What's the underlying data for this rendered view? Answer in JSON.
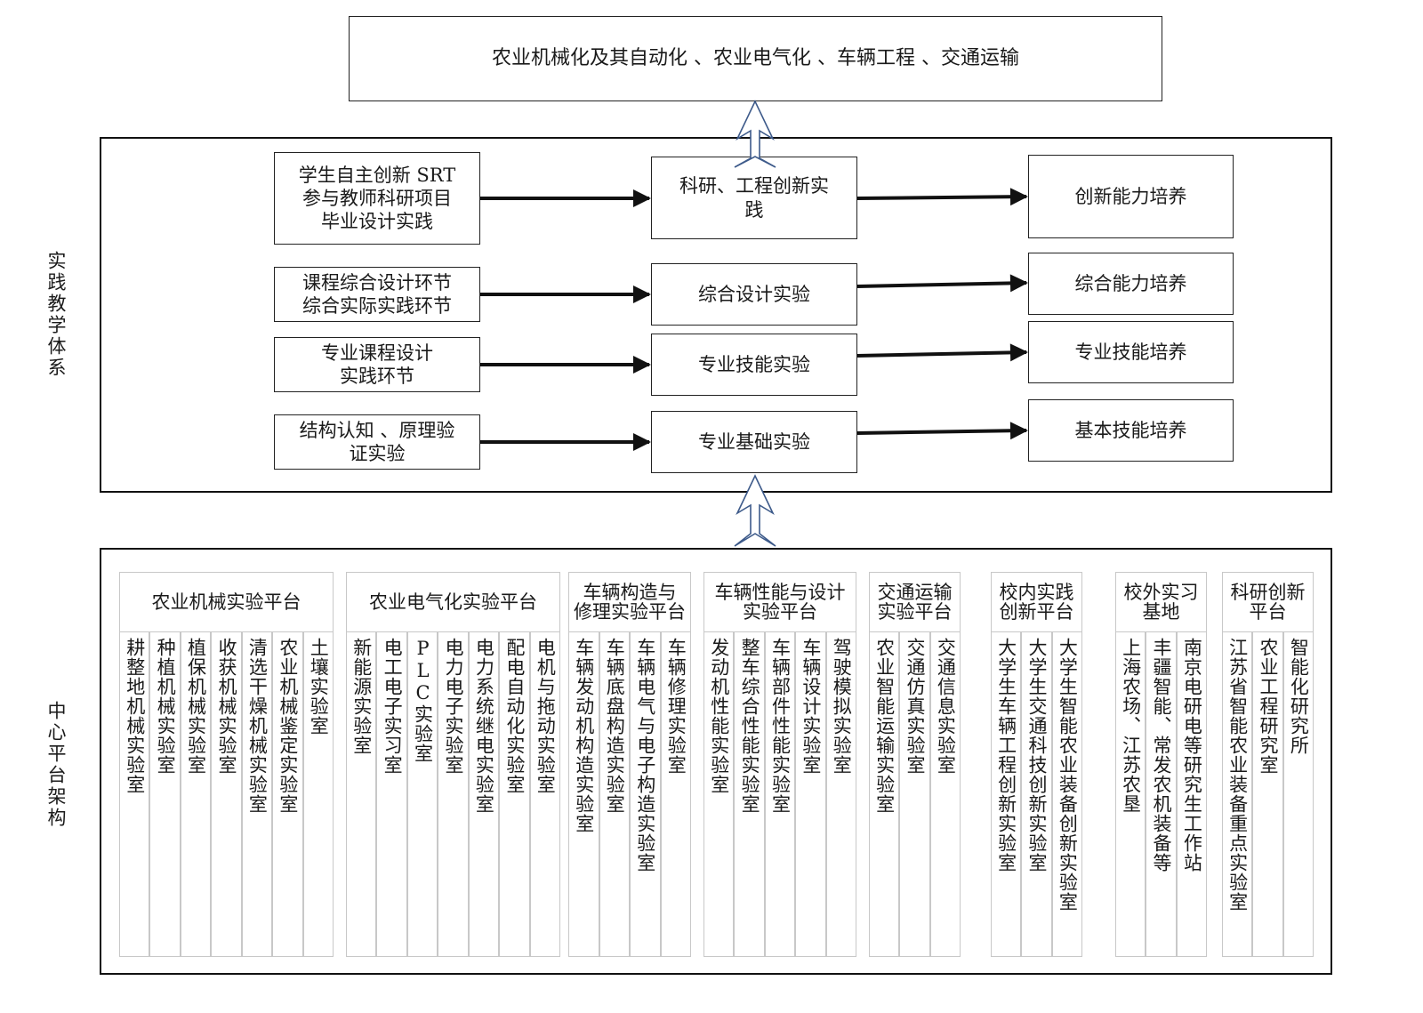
{
  "top_box": "农业机械化及其自动化 、农业电气化 、车辆工程 、交通运输",
  "practice": {
    "side_label": "实践教学体系",
    "rows": [
      {
        "source": "学生自主创新 SRT\n参与教师科研项目\n毕业设计实践",
        "experiment": "科研、工程创新实\n践",
        "ability": "创新能力培养"
      },
      {
        "source": "课程综合设计环节\n综合实际实践环节",
        "experiment": "综合设计实验",
        "ability": "综合能力培养"
      },
      {
        "source": "专业课程设计\n实践环节",
        "experiment": "专业技能实验",
        "ability": "专业技能培养"
      },
      {
        "source": "结构认知 、原理验\n证实验",
        "experiment": "专业基础实验",
        "ability": "基本技能培养"
      }
    ]
  },
  "platforms": {
    "side_label": "中心平台架构",
    "groups": [
      {
        "title": "农业机械实验平台",
        "labs": [
          "耕整地机械实验室",
          "种植机械实验室",
          "植保机械实验室",
          "收获机械实验室",
          "清选干燥机械实验室",
          "农业机械鉴定实验室",
          "土壤实验室"
        ]
      },
      {
        "title": "农业电气化实验平台",
        "labs": [
          "新能源实验室",
          "电工电子实习室",
          "PLC实验室",
          "电力电子实验室",
          "电力系统继电实验室",
          "配电自动化实验室",
          "电机与拖动实验室"
        ]
      },
      {
        "title": "车辆构造与\n修理实验平台",
        "labs": [
          "车辆发动机构造实验室",
          "车辆底盘构造实验室",
          "车辆电气与电子构造实验室",
          "车辆修理实验室"
        ]
      },
      {
        "title": "车辆性能与设计\n实验平台",
        "labs": [
          "发动机性能实验室",
          "整车综合性能实验室",
          "车辆部件性能实验室",
          "车辆设计实验室",
          "驾驶模拟实验室"
        ]
      },
      {
        "title": "交通运输\n实验平台",
        "labs": [
          "农业智能运输实验室",
          "交通仿真实验室",
          "交通信息实验室"
        ]
      },
      {
        "title": "校内实践\n创新平台",
        "labs": [
          "大学生车辆工程创新实验室",
          "大学生交通科技创新实验室",
          "大学生智能农业装备创新实验室"
        ]
      },
      {
        "title": "校外实习\n基地",
        "labs": [
          "上海农场、江苏农垦",
          "丰疆智能、常发农机装备等",
          "南京电研电等研究生工作站"
        ]
      },
      {
        "title": "科研创新\n平台",
        "labs": [
          "江苏省智能农业装备重点实验室",
          "农业工程研究室",
          "智能化研究所"
        ]
      }
    ]
  }
}
